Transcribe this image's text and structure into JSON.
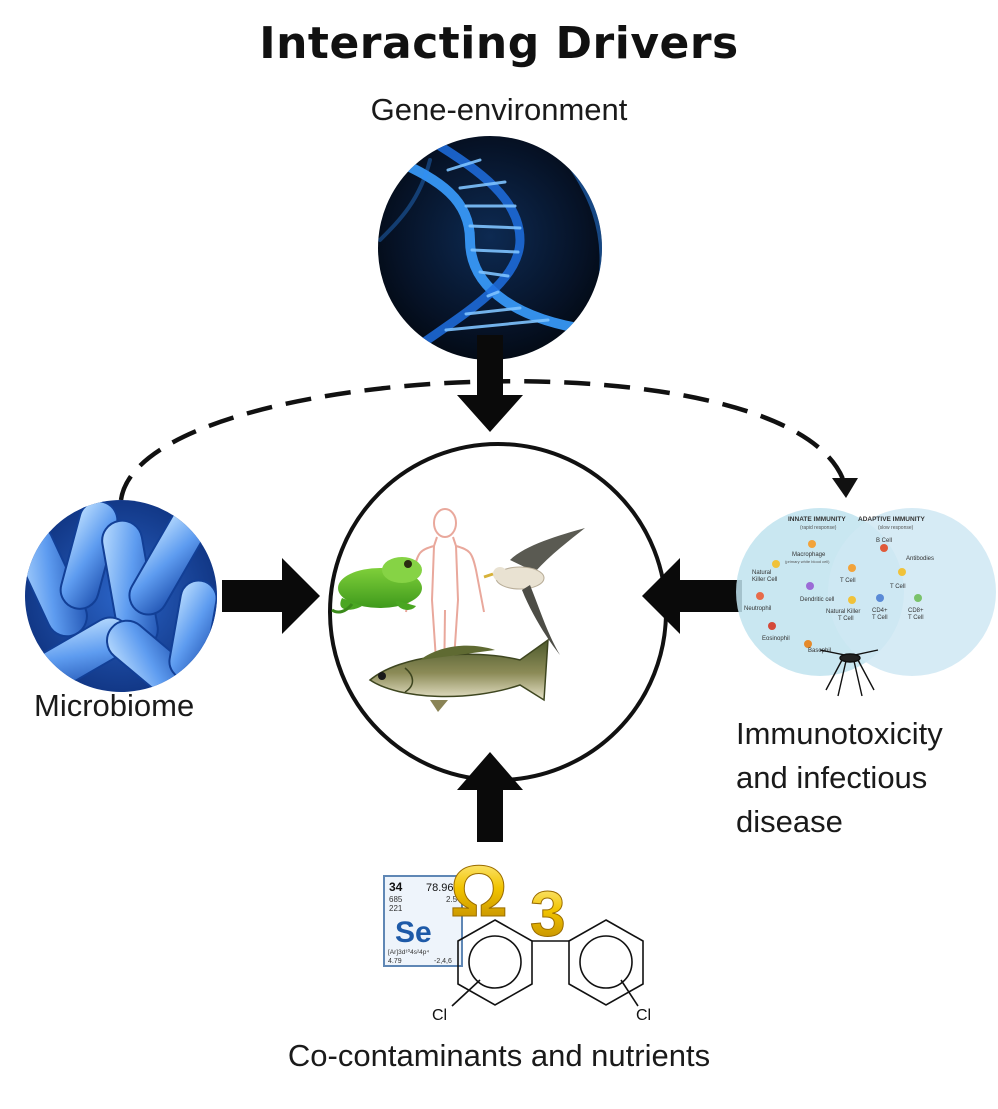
{
  "title": "Interacting Drivers",
  "drivers": {
    "gene_environment": "Gene-environment",
    "microbiome": "Microbiome",
    "immunotoxicity": [
      "Immunotoxicity",
      "and infectious",
      "disease"
    ],
    "co_contaminants": "Co-contaminants and nutrients"
  },
  "immune_panel": {
    "innate_title": "INNATE IMMUNITY",
    "innate_sub": "(rapid response)",
    "adaptive_title": "ADAPTIVE IMMUNITY",
    "adaptive_sub": "(slow response)",
    "macrophage": "Macrophage",
    "macrophage_sub": "(primary white blood cell)",
    "nk_line1": "Natural",
    "nk_line2": "Killer Cell",
    "dendritic": "Dendritic cell",
    "neutrophil": "Neutrophil",
    "eosinophil": "Eosinophil",
    "basophil": "Basophil",
    "t_cell_mid": "T Cell",
    "nkt_line1": "Natural Killer",
    "nkt_line2": "T Cell",
    "b_cell": "B Cell",
    "antibodies": "Antibodies",
    "t_cell_right": "T Cell",
    "cd4_line1": "CD4+",
    "cd4_line2": "T Cell",
    "cd8_line1": "CD8+",
    "cd8_line2": "T Cell"
  },
  "selenium": {
    "atomic_number": "34",
    "atomic_mass": "78.96",
    "value_1": "685",
    "value_2": "2.5",
    "value_3": "221",
    "symbol": "Se",
    "config": "[Ar]3d¹⁰4s²4p⁴",
    "value_4": "4.79",
    "value_5": "-2,4,6"
  },
  "omega": {
    "symbol": "Ω",
    "index": "3"
  },
  "pcb": {
    "chlorine_left": "Cl",
    "chlorine_right": "Cl"
  },
  "colors": {
    "arrow": "#0a0a0a",
    "dna_glow": "#2f8fff",
    "bacteria": "#3f7fe0",
    "immune_bubble": "#bfe3ef",
    "omega_gold": "#e8b400"
  }
}
